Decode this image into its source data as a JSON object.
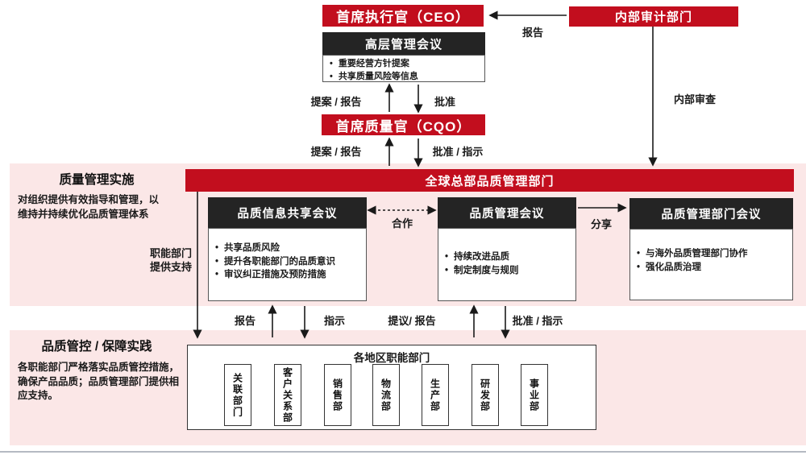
{
  "colors": {
    "red": "#c20e1e",
    "dark": "#242424",
    "pink": "#fbe7e7",
    "border": "#555555"
  },
  "top": {
    "ceo_label": "首席执行官（CEO）",
    "audit_label": "内部审计部门",
    "audit_report_label": "报告",
    "internal_review_label": "内部审查",
    "senior_meeting": {
      "title": "高层管理会议",
      "bullets": [
        "重要经营方针提案",
        "共享质量风险等信息"
      ]
    },
    "proposal_report_upper": "提案 / 报告",
    "approve_upper": "批准",
    "cqo_label": "首席质量官（CQO）",
    "proposal_report_lower": "提案 / 报告",
    "approve_instruct_lower": "批准 / 指示"
  },
  "implementation": {
    "band_title": "质量管理实施",
    "band_desc": "对组织提供有效指导和管理，以维持并持续优化品质管理体系",
    "support_line1": "职能部门",
    "support_line2": "提供支持",
    "hq_bar_label": "全球总部品质管理部门",
    "meetings": [
      {
        "title": "品质信息共享会议",
        "bullets": [
          "共享品质风险",
          "提升各职能部门的品质意识",
          "审议纠正措施及预防措施"
        ]
      },
      {
        "title": "品质管理会议",
        "bullets": [
          "持续改进品质",
          "制定制度与规则"
        ]
      },
      {
        "title": "品质管理部门会议",
        "bullets": [
          "与海外品质管理部门协作",
          "强化品质治理"
        ]
      }
    ],
    "cooperation_label": "合作",
    "share_label": "分享"
  },
  "flows": {
    "report": "报告",
    "instruct": "指示",
    "proposal_report": "提议/ 报告",
    "approve_instruct": "批准 / 指示"
  },
  "practice": {
    "band_title": "品质管控 / 保障实践",
    "band_desc": "各职能部门严格落实品质管控措施，确保产品品质；品质管理部门提供相应支持。",
    "regional_title": "各地区职能部门",
    "departments": [
      "关联部门",
      "客户关系部",
      "销售部",
      "物流部",
      "生产部",
      "研发部",
      "事业部"
    ]
  }
}
